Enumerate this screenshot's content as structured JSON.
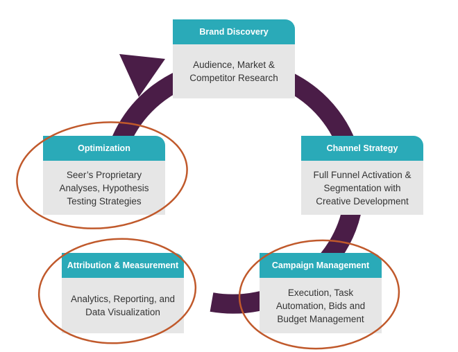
{
  "colors": {
    "ring": "#4a1d47",
    "header": "#2aaab8",
    "body": "#e6e6e6",
    "highlight": "#c0592b"
  },
  "stages": [
    {
      "title": "Brand Discovery",
      "lines": [
        "Audience, Market &",
        "Competitor Research"
      ]
    },
    {
      "title": "Channel Strategy",
      "lines": [
        "Full Funnel Activation &",
        "Segmentation with",
        "Creative Development"
      ]
    },
    {
      "title": "Campaign Management",
      "lines": [
        "Execution, Task",
        "Automation, Bids and",
        "Budget Management"
      ]
    },
    {
      "title": "Attribution & Measurement",
      "lines": [
        "Analytics, Reporting, and",
        "Data Visualization"
      ]
    },
    {
      "title": "Optimization",
      "lines": [
        "Seer’s Proprietary",
        "Analyses, Hypothesis",
        "Testing Strategies"
      ]
    }
  ],
  "highlighted_stages": [
    "Optimization",
    "Attribution & Measurement",
    "Campaign Management"
  ]
}
